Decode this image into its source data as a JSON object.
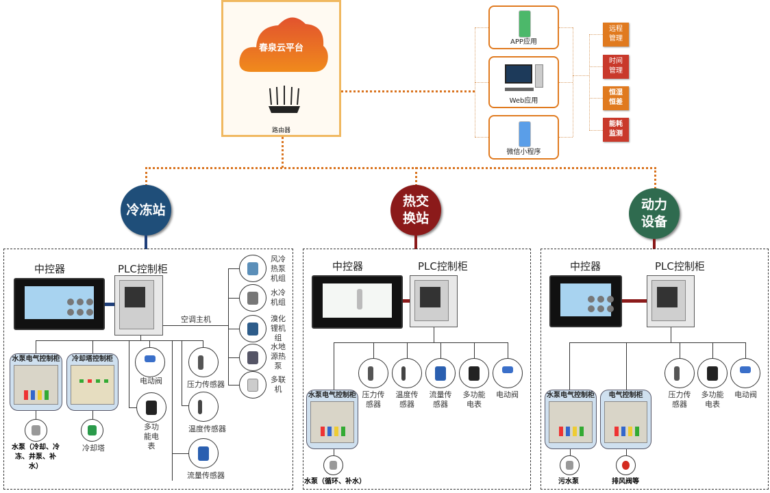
{
  "cloud": {
    "platform": "春泉云平台",
    "router": "路由器"
  },
  "apps": [
    {
      "label": "APP应用"
    },
    {
      "label": "Web应用"
    },
    {
      "label": "微信小程序"
    }
  ],
  "features": [
    {
      "line1": "远程",
      "line2": "管理",
      "color": "#e07a1f"
    },
    {
      "line1": "时间",
      "line2": "管理",
      "color": "#c9392b"
    },
    {
      "line1": "恒湿",
      "line2": "恒差",
      "color": "#e07a1f"
    },
    {
      "line1": "能耗",
      "line2": "监测",
      "color": "#c9392b"
    }
  ],
  "stations": [
    {
      "line1": "冷冻站",
      "line2": "",
      "color": "#1f4e79"
    },
    {
      "line1": "热交",
      "line2": "换站",
      "color": "#8b1a1a"
    },
    {
      "line1": "动力",
      "line2": "设备",
      "color": "#2f6b4f"
    }
  ],
  "cold_station": {
    "controller": "中控器",
    "plc": "PLC控制柜",
    "ac_host": "空调主机",
    "chillers": [
      "风冷热泵机组",
      "水冷机组",
      "溴化锂机组",
      "水地源热泵",
      "多联机"
    ],
    "cabinets": [
      "水泵电气控制柜",
      "冷却塔控制柜"
    ],
    "cabinet_devices": [
      "水泵（冷却、冷冻、井泵、补水）",
      "冷却塔"
    ],
    "devices": [
      "电动阀",
      "多功能电表",
      "压力传感器",
      "温度传感器",
      "流量传感器"
    ]
  },
  "heat_station": {
    "controller": "中控器",
    "plc": "PLC控制柜",
    "cabinets": [
      "水泵电气控制柜"
    ],
    "cabinet_devices": [
      "水泵（循环、补水）"
    ],
    "devices": [
      "压力传感器",
      "温度传感器",
      "流量传感器",
      "多功能电表",
      "电动阀"
    ]
  },
  "power_station": {
    "controller": "中控器",
    "plc": "PLC控制柜",
    "cabinets": [
      "水泵电气控制柜",
      "电气控制柜"
    ],
    "cabinet_devices": [
      "污水泵",
      "排风阀等"
    ],
    "devices": [
      "压力传感器",
      "多功能电表",
      "电动阀"
    ]
  },
  "link_colors": {
    "cold": "#1f3f7a",
    "heat": "#8b1a1a",
    "power": "#8b1a1a",
    "cloud": "#d9731e"
  }
}
